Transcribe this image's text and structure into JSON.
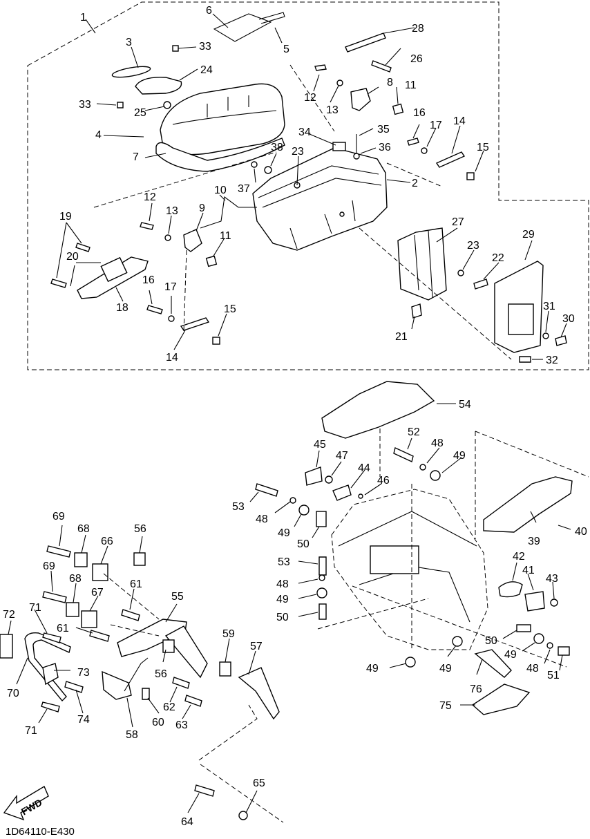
{
  "diagram_code": "1D64110-E430",
  "fwd_label": "FWD",
  "callouts": [
    {
      "id": "c1",
      "text": "1"
    },
    {
      "id": "c2",
      "text": "2"
    },
    {
      "id": "c3",
      "text": "3"
    },
    {
      "id": "c4",
      "text": "4"
    },
    {
      "id": "c5",
      "text": "5"
    },
    {
      "id": "c6",
      "text": "6"
    },
    {
      "id": "c7",
      "text": "7"
    },
    {
      "id": "c8",
      "text": "8"
    },
    {
      "id": "c9",
      "text": "9"
    },
    {
      "id": "c10",
      "text": "10"
    },
    {
      "id": "c11a",
      "text": "11"
    },
    {
      "id": "c11b",
      "text": "11"
    },
    {
      "id": "c12a",
      "text": "12"
    },
    {
      "id": "c12b",
      "text": "12"
    },
    {
      "id": "c13a",
      "text": "13"
    },
    {
      "id": "c13b",
      "text": "13"
    },
    {
      "id": "c14a",
      "text": "14"
    },
    {
      "id": "c14b",
      "text": "14"
    },
    {
      "id": "c15a",
      "text": "15"
    },
    {
      "id": "c15b",
      "text": "15"
    },
    {
      "id": "c16a",
      "text": "16"
    },
    {
      "id": "c16b",
      "text": "16"
    },
    {
      "id": "c17a",
      "text": "17"
    },
    {
      "id": "c17b",
      "text": "17"
    },
    {
      "id": "c18",
      "text": "18"
    },
    {
      "id": "c19",
      "text": "19"
    },
    {
      "id": "c20",
      "text": "20"
    },
    {
      "id": "c21",
      "text": "21"
    },
    {
      "id": "c22",
      "text": "22"
    },
    {
      "id": "c23a",
      "text": "23"
    },
    {
      "id": "c23b",
      "text": "23"
    },
    {
      "id": "c24",
      "text": "24"
    },
    {
      "id": "c25",
      "text": "25"
    },
    {
      "id": "c26",
      "text": "26"
    },
    {
      "id": "c27",
      "text": "27"
    },
    {
      "id": "c28",
      "text": "28"
    },
    {
      "id": "c29",
      "text": "29"
    },
    {
      "id": "c30",
      "text": "30"
    },
    {
      "id": "c31",
      "text": "31"
    },
    {
      "id": "c32",
      "text": "32"
    },
    {
      "id": "c33a",
      "text": "33"
    },
    {
      "id": "c33b",
      "text": "33"
    },
    {
      "id": "c34",
      "text": "34"
    },
    {
      "id": "c35",
      "text": "35"
    },
    {
      "id": "c36",
      "text": "36"
    },
    {
      "id": "c37",
      "text": "37"
    },
    {
      "id": "c38",
      "text": "38"
    },
    {
      "id": "c39",
      "text": "39"
    },
    {
      "id": "c40",
      "text": "40"
    },
    {
      "id": "c41",
      "text": "41"
    },
    {
      "id": "c42",
      "text": "42"
    },
    {
      "id": "c43",
      "text": "43"
    },
    {
      "id": "c44",
      "text": "44"
    },
    {
      "id": "c45",
      "text": "45"
    },
    {
      "id": "c46",
      "text": "46"
    },
    {
      "id": "c47",
      "text": "47"
    },
    {
      "id": "c48a",
      "text": "48"
    },
    {
      "id": "c48b",
      "text": "48"
    },
    {
      "id": "c48c",
      "text": "48"
    },
    {
      "id": "c48d",
      "text": "48"
    },
    {
      "id": "c49a",
      "text": "49"
    },
    {
      "id": "c49b",
      "text": "49"
    },
    {
      "id": "c49c",
      "text": "49"
    },
    {
      "id": "c49d",
      "text": "49"
    },
    {
      "id": "c49e",
      "text": "49"
    },
    {
      "id": "c49f",
      "text": "49"
    },
    {
      "id": "c50a",
      "text": "50"
    },
    {
      "id": "c50b",
      "text": "50"
    },
    {
      "id": "c50c",
      "text": "50"
    },
    {
      "id": "c51",
      "text": "51"
    },
    {
      "id": "c52",
      "text": "52"
    },
    {
      "id": "c53a",
      "text": "53"
    },
    {
      "id": "c53b",
      "text": "53"
    },
    {
      "id": "c54",
      "text": "54"
    },
    {
      "id": "c55",
      "text": "55"
    },
    {
      "id": "c56a",
      "text": "56"
    },
    {
      "id": "c56b",
      "text": "56"
    },
    {
      "id": "c57",
      "text": "57"
    },
    {
      "id": "c58",
      "text": "58"
    },
    {
      "id": "c59",
      "text": "59"
    },
    {
      "id": "c60",
      "text": "60"
    },
    {
      "id": "c61a",
      "text": "61"
    },
    {
      "id": "c61b",
      "text": "61"
    },
    {
      "id": "c62",
      "text": "62"
    },
    {
      "id": "c63",
      "text": "63"
    },
    {
      "id": "c64",
      "text": "64"
    },
    {
      "id": "c65",
      "text": "65"
    },
    {
      "id": "c66",
      "text": "66"
    },
    {
      "id": "c67",
      "text": "67"
    },
    {
      "id": "c68a",
      "text": "68"
    },
    {
      "id": "c68b",
      "text": "68"
    },
    {
      "id": "c69a",
      "text": "69"
    },
    {
      "id": "c69b",
      "text": "69"
    },
    {
      "id": "c70",
      "text": "70"
    },
    {
      "id": "c71a",
      "text": "71"
    },
    {
      "id": "c71b",
      "text": "71"
    },
    {
      "id": "c72",
      "text": "72"
    },
    {
      "id": "c73",
      "text": "73"
    },
    {
      "id": "c74",
      "text": "74"
    },
    {
      "id": "c75",
      "text": "75"
    },
    {
      "id": "c76",
      "text": "76"
    }
  ]
}
